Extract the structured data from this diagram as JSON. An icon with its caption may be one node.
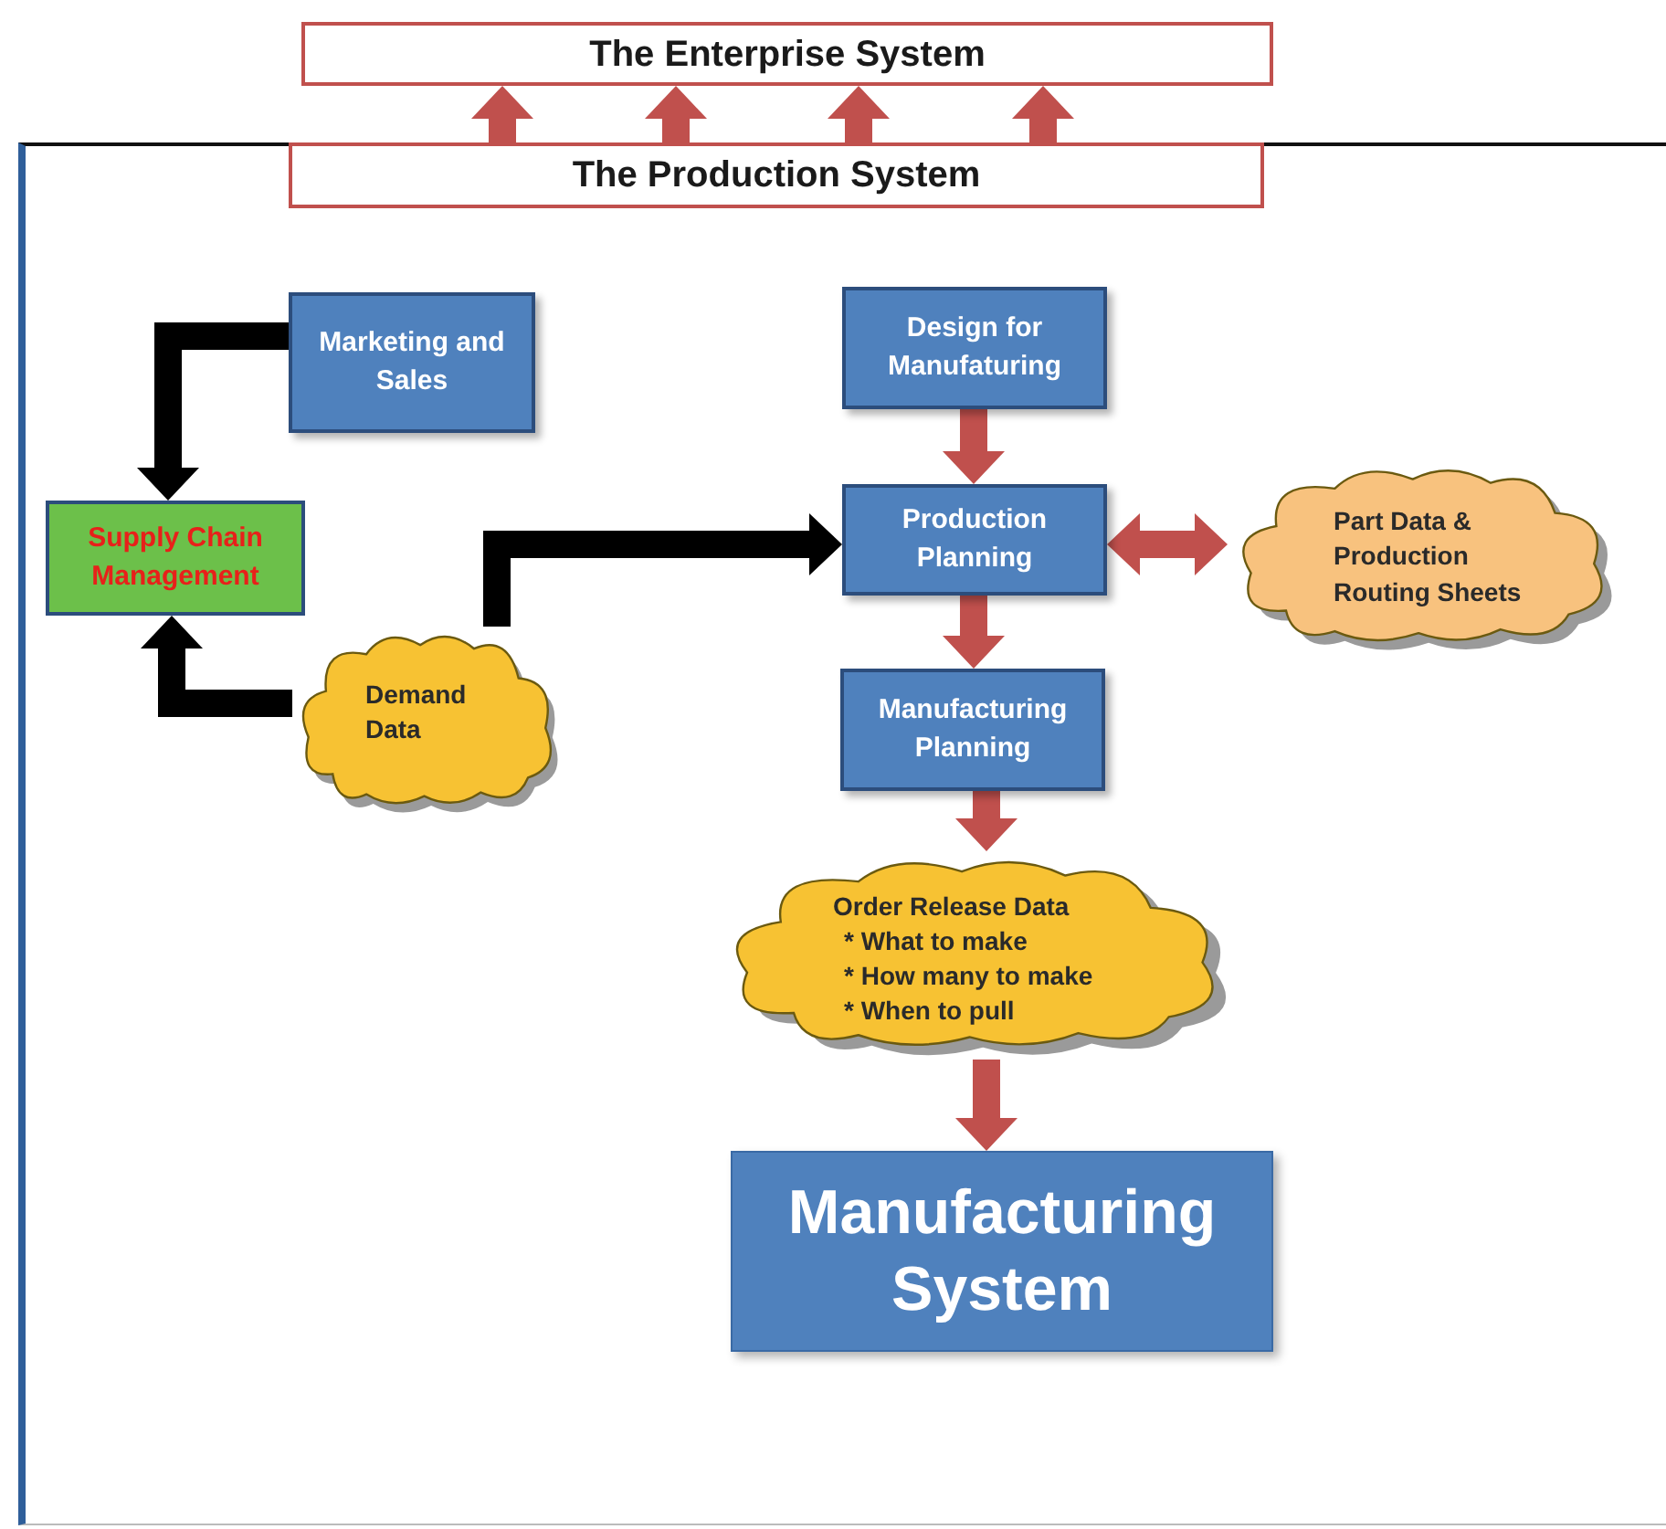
{
  "diagram": {
    "nodes": [
      {
        "text": [
          "The Enterprise System"
        ]
      },
      {
        "text": [
          "The Production System"
        ]
      },
      {
        "text": [
          "Marketing and Sales"
        ]
      },
      {
        "text": [
          "Supply Chain Management"
        ]
      },
      {
        "text": [
          "Design for Manufaturing"
        ]
      },
      {
        "text": [
          "Production Planning"
        ]
      },
      {
        "text": [
          "Part Data & Production Routing Sheets"
        ]
      },
      {
        "text": [
          "Demand Data"
        ]
      },
      {
        "text": [
          "Manufacturing Planning"
        ]
      },
      {
        "text": [
          "Order Release Data",
          "* What to make",
          "* How many to make",
          "* When to pull"
        ]
      },
      {
        "text": [
          "Manufacturing System"
        ]
      }
    ],
    "edges": [
      {
        "from": 1,
        "to": 0,
        "arrow": "to"
      },
      {
        "from": 1,
        "to": 0,
        "arrow": "to"
      },
      {
        "from": 1,
        "to": 0,
        "arrow": "to"
      },
      {
        "from": 1,
        "to": 0,
        "arrow": "to"
      },
      {
        "from": 2,
        "to": 3,
        "arrow": "to",
        "color": "#000000"
      },
      {
        "from": 7,
        "to": 3,
        "arrow": "to",
        "color": "#000000"
      },
      {
        "from": 7,
        "to": 5,
        "arrow": "to",
        "color": "#000000"
      },
      {
        "from": 4,
        "to": 5,
        "arrow": "to"
      },
      {
        "from": 5,
        "to": 6,
        "arrow": "both"
      },
      {
        "from": 5,
        "to": 8,
        "arrow": "to"
      },
      {
        "from": 8,
        "to": 9,
        "arrow": "to"
      },
      {
        "from": 9,
        "to": 10,
        "arrow": "to"
      }
    ]
  }
}
